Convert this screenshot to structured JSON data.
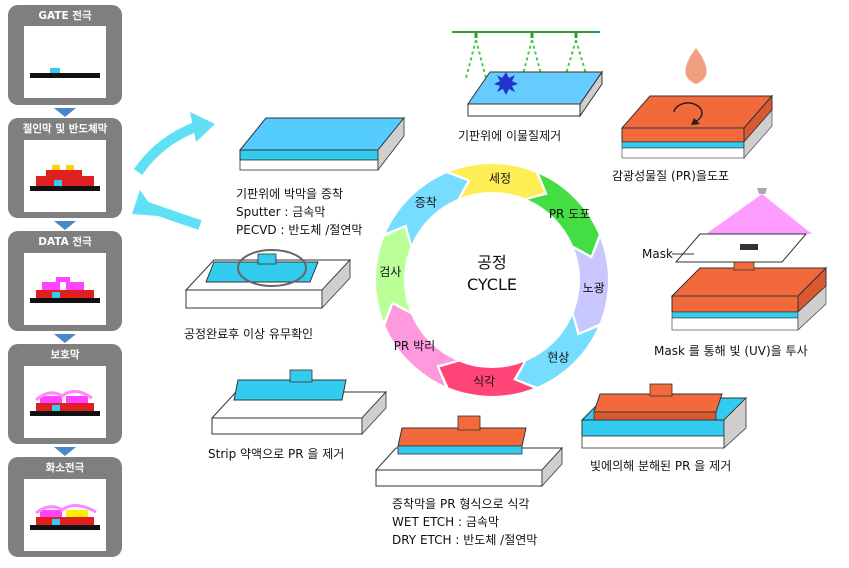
{
  "steps": [
    {
      "label": "GATE 전극"
    },
    {
      "label": "절인막 및 반도체막"
    },
    {
      "label": "DATA 전극"
    },
    {
      "label": "보호막"
    },
    {
      "label": "화소전극"
    }
  ],
  "cycle": {
    "title_line1": "공정",
    "title_line2": "CYCLE",
    "stages": [
      "세정",
      "PR 도포",
      "노광",
      "현상",
      "식각",
      "PR 박리",
      "검사",
      "증착"
    ]
  },
  "captions": {
    "clean": "기판위에 이물질제거",
    "pr_coat": "감광성물질 (PR)을도포",
    "mask": "Mask",
    "expose": "Mask 를 통해 빛 (UV)을 투사",
    "develop": "빛에의해 분해된 PR 을 제거",
    "etch": [
      "증착막을 PR 형식으로 식각",
      "WET ETCH : 금속막",
      "DRY ETCH : 반도체 /절연막"
    ],
    "strip": "Strip 약액으로 PR 을 제거",
    "inspect": "공정완료후 이상 유무확인",
    "deposit": [
      "기판위에 박막을 증착",
      "Sputter : 금속막",
      "PECVD : 반도체 /절연막"
    ]
  },
  "colors": {
    "cyan": "#33ccee",
    "orange": "#f26a3b",
    "magenta": "#ff44ff",
    "gray_panel": "#7f7f7f"
  }
}
